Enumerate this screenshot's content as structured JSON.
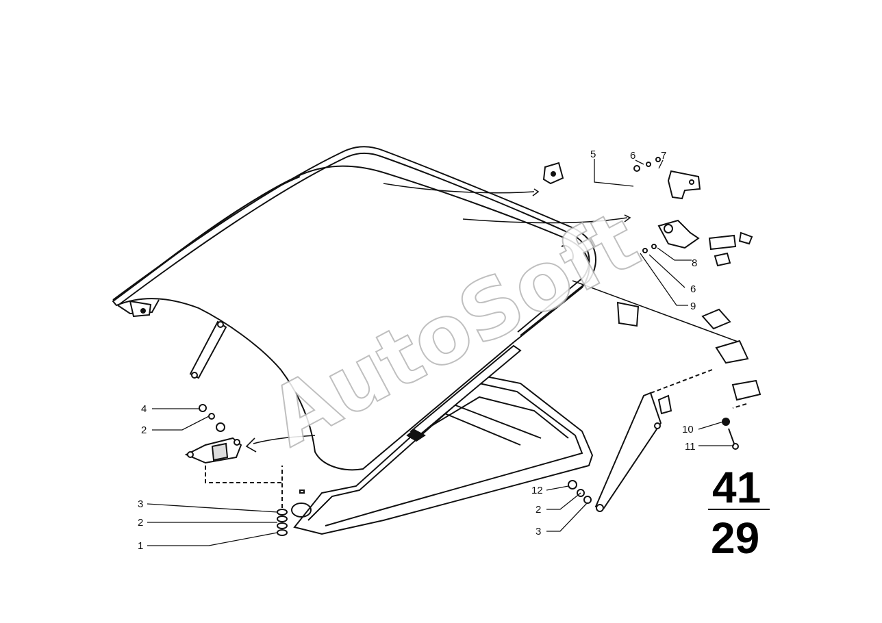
{
  "watermark": "AutoSoft",
  "section": {
    "group": "41",
    "subgroup": "29"
  },
  "callouts": {
    "left": [
      "4",
      "2",
      "3",
      "2",
      "1"
    ],
    "top": [
      "5",
      "6",
      "7"
    ],
    "right": [
      "8",
      "6",
      "9",
      "10",
      "11"
    ],
    "bottom": [
      "12",
      "2",
      "3"
    ]
  },
  "colors": {
    "ink": "#111111",
    "paper": "#ffffff",
    "watermark_stroke": "#b5b5b5"
  }
}
